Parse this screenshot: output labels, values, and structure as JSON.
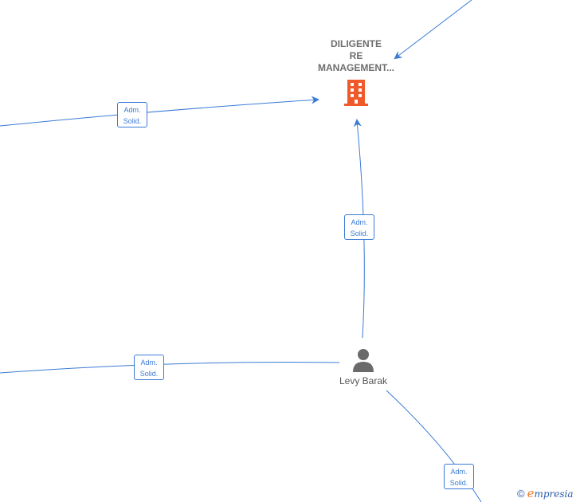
{
  "company": {
    "name": "DILIGENTE\nRE\nMANAGEMENT...",
    "icon": "building-icon",
    "icon_color": "#f05a2a"
  },
  "person": {
    "name": "Levy Barak",
    "icon": "person-icon",
    "icon_color": "#6a6a6a"
  },
  "edge_labels": [
    {
      "line1": "Adm.",
      "line2": "Solid."
    },
    {
      "line1": "Adm.",
      "line2": "Solid."
    },
    {
      "line1": "Adm.",
      "line2": "Solid."
    },
    {
      "line1": "Adm.",
      "line2": "Solid."
    }
  ],
  "edge_color": "#3a7bd5",
  "brand": {
    "copyright": "©",
    "e": "e",
    "rest": "mpresia"
  }
}
